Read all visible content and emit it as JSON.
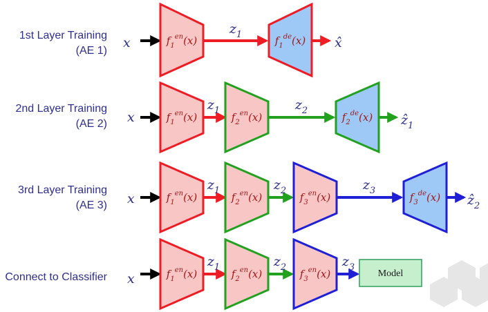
{
  "rows": [
    {
      "label_line1": "1st Layer Training",
      "label_line2": "(AE 1)",
      "input": "x",
      "encoders": [
        "f1en(x)"
      ],
      "links": [
        "z1"
      ],
      "decoder": "f1de(x)",
      "output": "x̂"
    },
    {
      "label_line1": "2nd Layer Training",
      "label_line2": "(AE 2)",
      "input": "x",
      "encoders": [
        "f1en(x)",
        "f2en(x)"
      ],
      "links": [
        "z1",
        "z2"
      ],
      "decoder": "f2de(x)",
      "output": "ẑ1"
    },
    {
      "label_line1": "3rd Layer Training",
      "label_line2": "(AE 3)",
      "input": "x",
      "encoders": [
        "f1en(x)",
        "f2en(x)",
        "f3en(x)"
      ],
      "links": [
        "z1",
        "z2",
        "z3"
      ],
      "decoder": "f3de(x)",
      "output": "ẑ2"
    },
    {
      "label_line1": "Connect to Classifier",
      "input": "x",
      "encoders": [
        "f1en(x)",
        "f2en(x)",
        "f3en(x)"
      ],
      "links": [
        "z1",
        "z2",
        "z3"
      ],
      "classifier": "Model"
    }
  ],
  "colors": {
    "encoder1_fill": "#f9c6c6",
    "encoder1_stroke": "#ee1c25",
    "encoder2_fill": "#f9c6c6",
    "encoder2_stroke": "#22a11f",
    "encoder3_fill": "#f9c6c6",
    "encoder3_stroke": "#1f1fd6",
    "decoder_fill": "#9ec8f5",
    "link1": "#ee1c25",
    "link2": "#22a11f",
    "link3": "#1f1fd6",
    "input_arrow": "#000000",
    "model_fill": "#c6efce",
    "model_stroke": "#2f9e5a",
    "label_text": "#2e2e8c"
  }
}
